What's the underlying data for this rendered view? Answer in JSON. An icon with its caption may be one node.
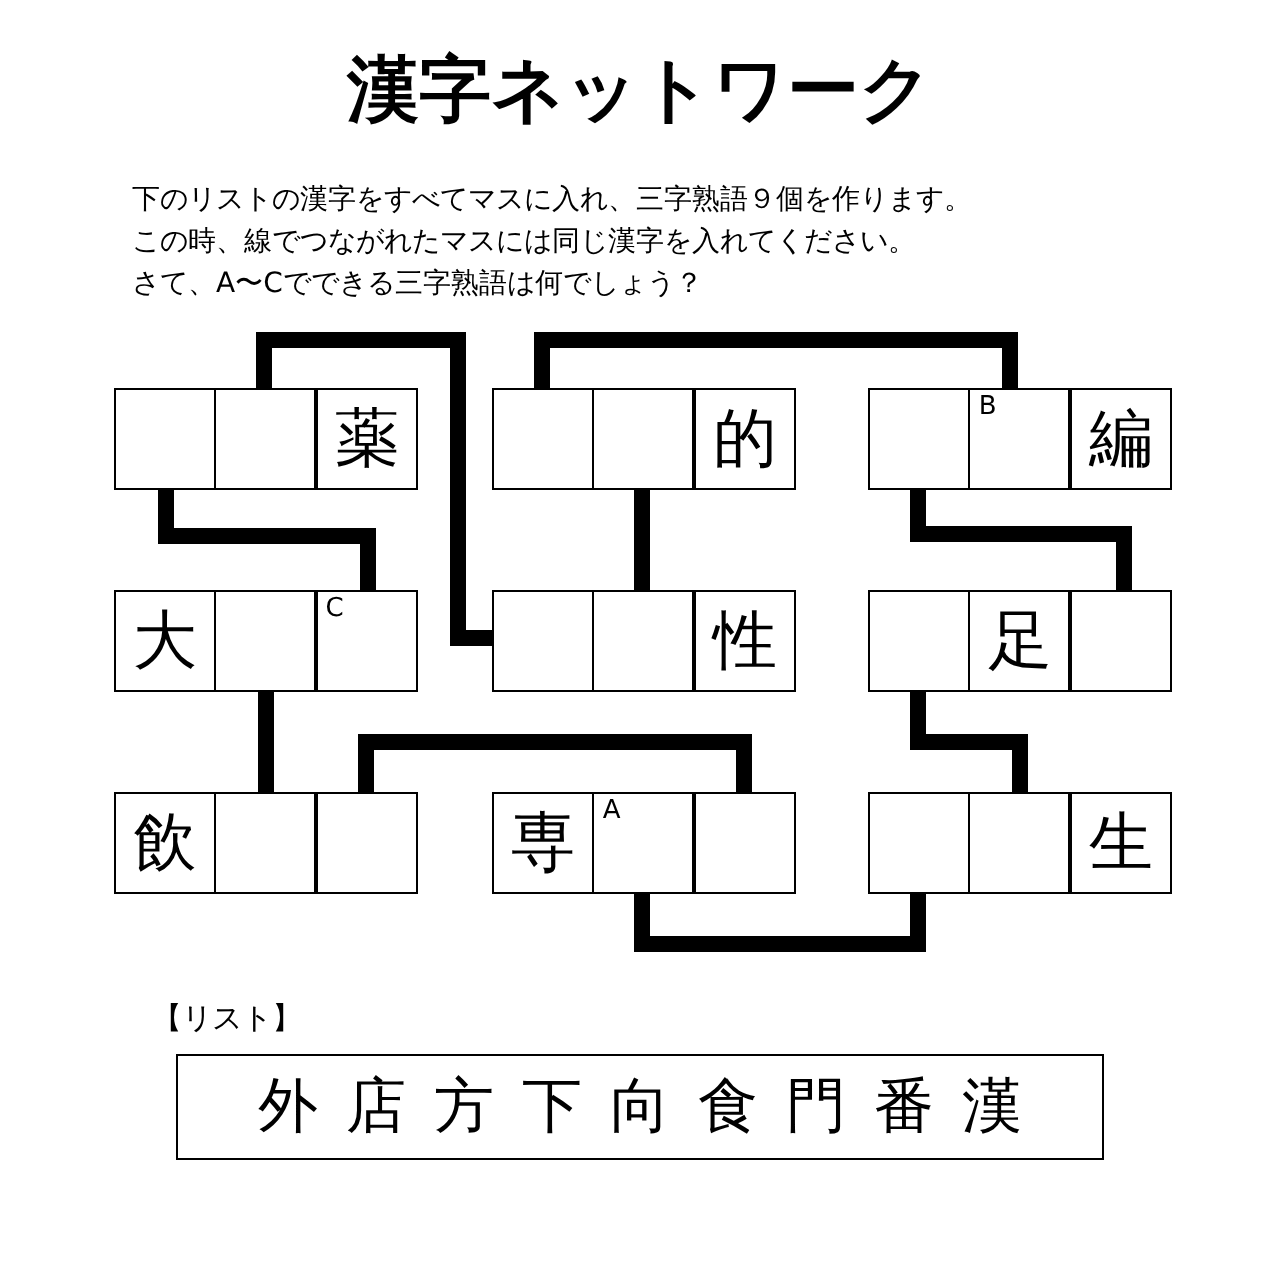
{
  "diagram": {
    "title": "漢字ネットワーク",
    "nodes": [
      {
        "text": [],
        "shape": "box"
      },
      {
        "text": [],
        "shape": "box"
      },
      {
        "text": [
          "薬"
        ]
      },
      {
        "text": [],
        "shape": "box"
      },
      {
        "text": [],
        "shape": "box"
      },
      {
        "text": [
          "的"
        ]
      },
      {
        "text": [],
        "shape": "box"
      },
      {
        "text": [
          "B"
        ]
      },
      {
        "text": [
          "編"
        ]
      },
      {
        "text": [
          "大"
        ]
      },
      {
        "text": [],
        "shape": "box"
      },
      {
        "text": [
          "C"
        ]
      },
      {
        "text": [],
        "shape": "box"
      },
      {
        "text": [],
        "shape": "box"
      },
      {
        "text": [
          "性"
        ]
      },
      {
        "text": [],
        "shape": "box"
      },
      {
        "text": [
          "足"
        ]
      },
      {
        "text": [],
        "shape": "box"
      },
      {
        "text": [
          "飲"
        ]
      },
      {
        "text": [],
        "shape": "box"
      },
      {
        "text": [],
        "shape": "box"
      },
      {
        "text": [
          "専"
        ]
      },
      {
        "text": [
          "A"
        ]
      },
      {
        "text": [],
        "shape": "box"
      },
      {
        "text": [],
        "shape": "box"
      },
      {
        "text": [],
        "shape": "box"
      },
      {
        "text": [
          "生"
        ]
      },
      {
        "text": [
          "外店方下向食門番漢"
        ]
      }
    ],
    "edges": [
      {
        "from": 1,
        "to": 12,
        "arrow": "none"
      },
      {
        "from": 3,
        "to": 7,
        "arrow": "none"
      },
      {
        "from": 0,
        "to": 11,
        "arrow": "none"
      },
      {
        "from": 4,
        "to": 13,
        "arrow": "none"
      },
      {
        "from": 6,
        "to": 17,
        "arrow": "none"
      },
      {
        "from": 10,
        "to": 19,
        "arrow": "none"
      },
      {
        "from": 20,
        "to": 23,
        "arrow": "none"
      },
      {
        "from": 15,
        "to": 25,
        "arrow": "none"
      },
      {
        "from": 22,
        "to": 24,
        "arrow": "none"
      }
    ],
    "labels": [
      "下のリストの漢字をすべてマスに入れ、三字熟語９個を作ります。",
      "この時、線でつながれたマスには同じ漢字を入れてください。",
      "さて、A〜Cでできる三字熟語は何でしょう？",
      "【リスト】"
    ]
  }
}
